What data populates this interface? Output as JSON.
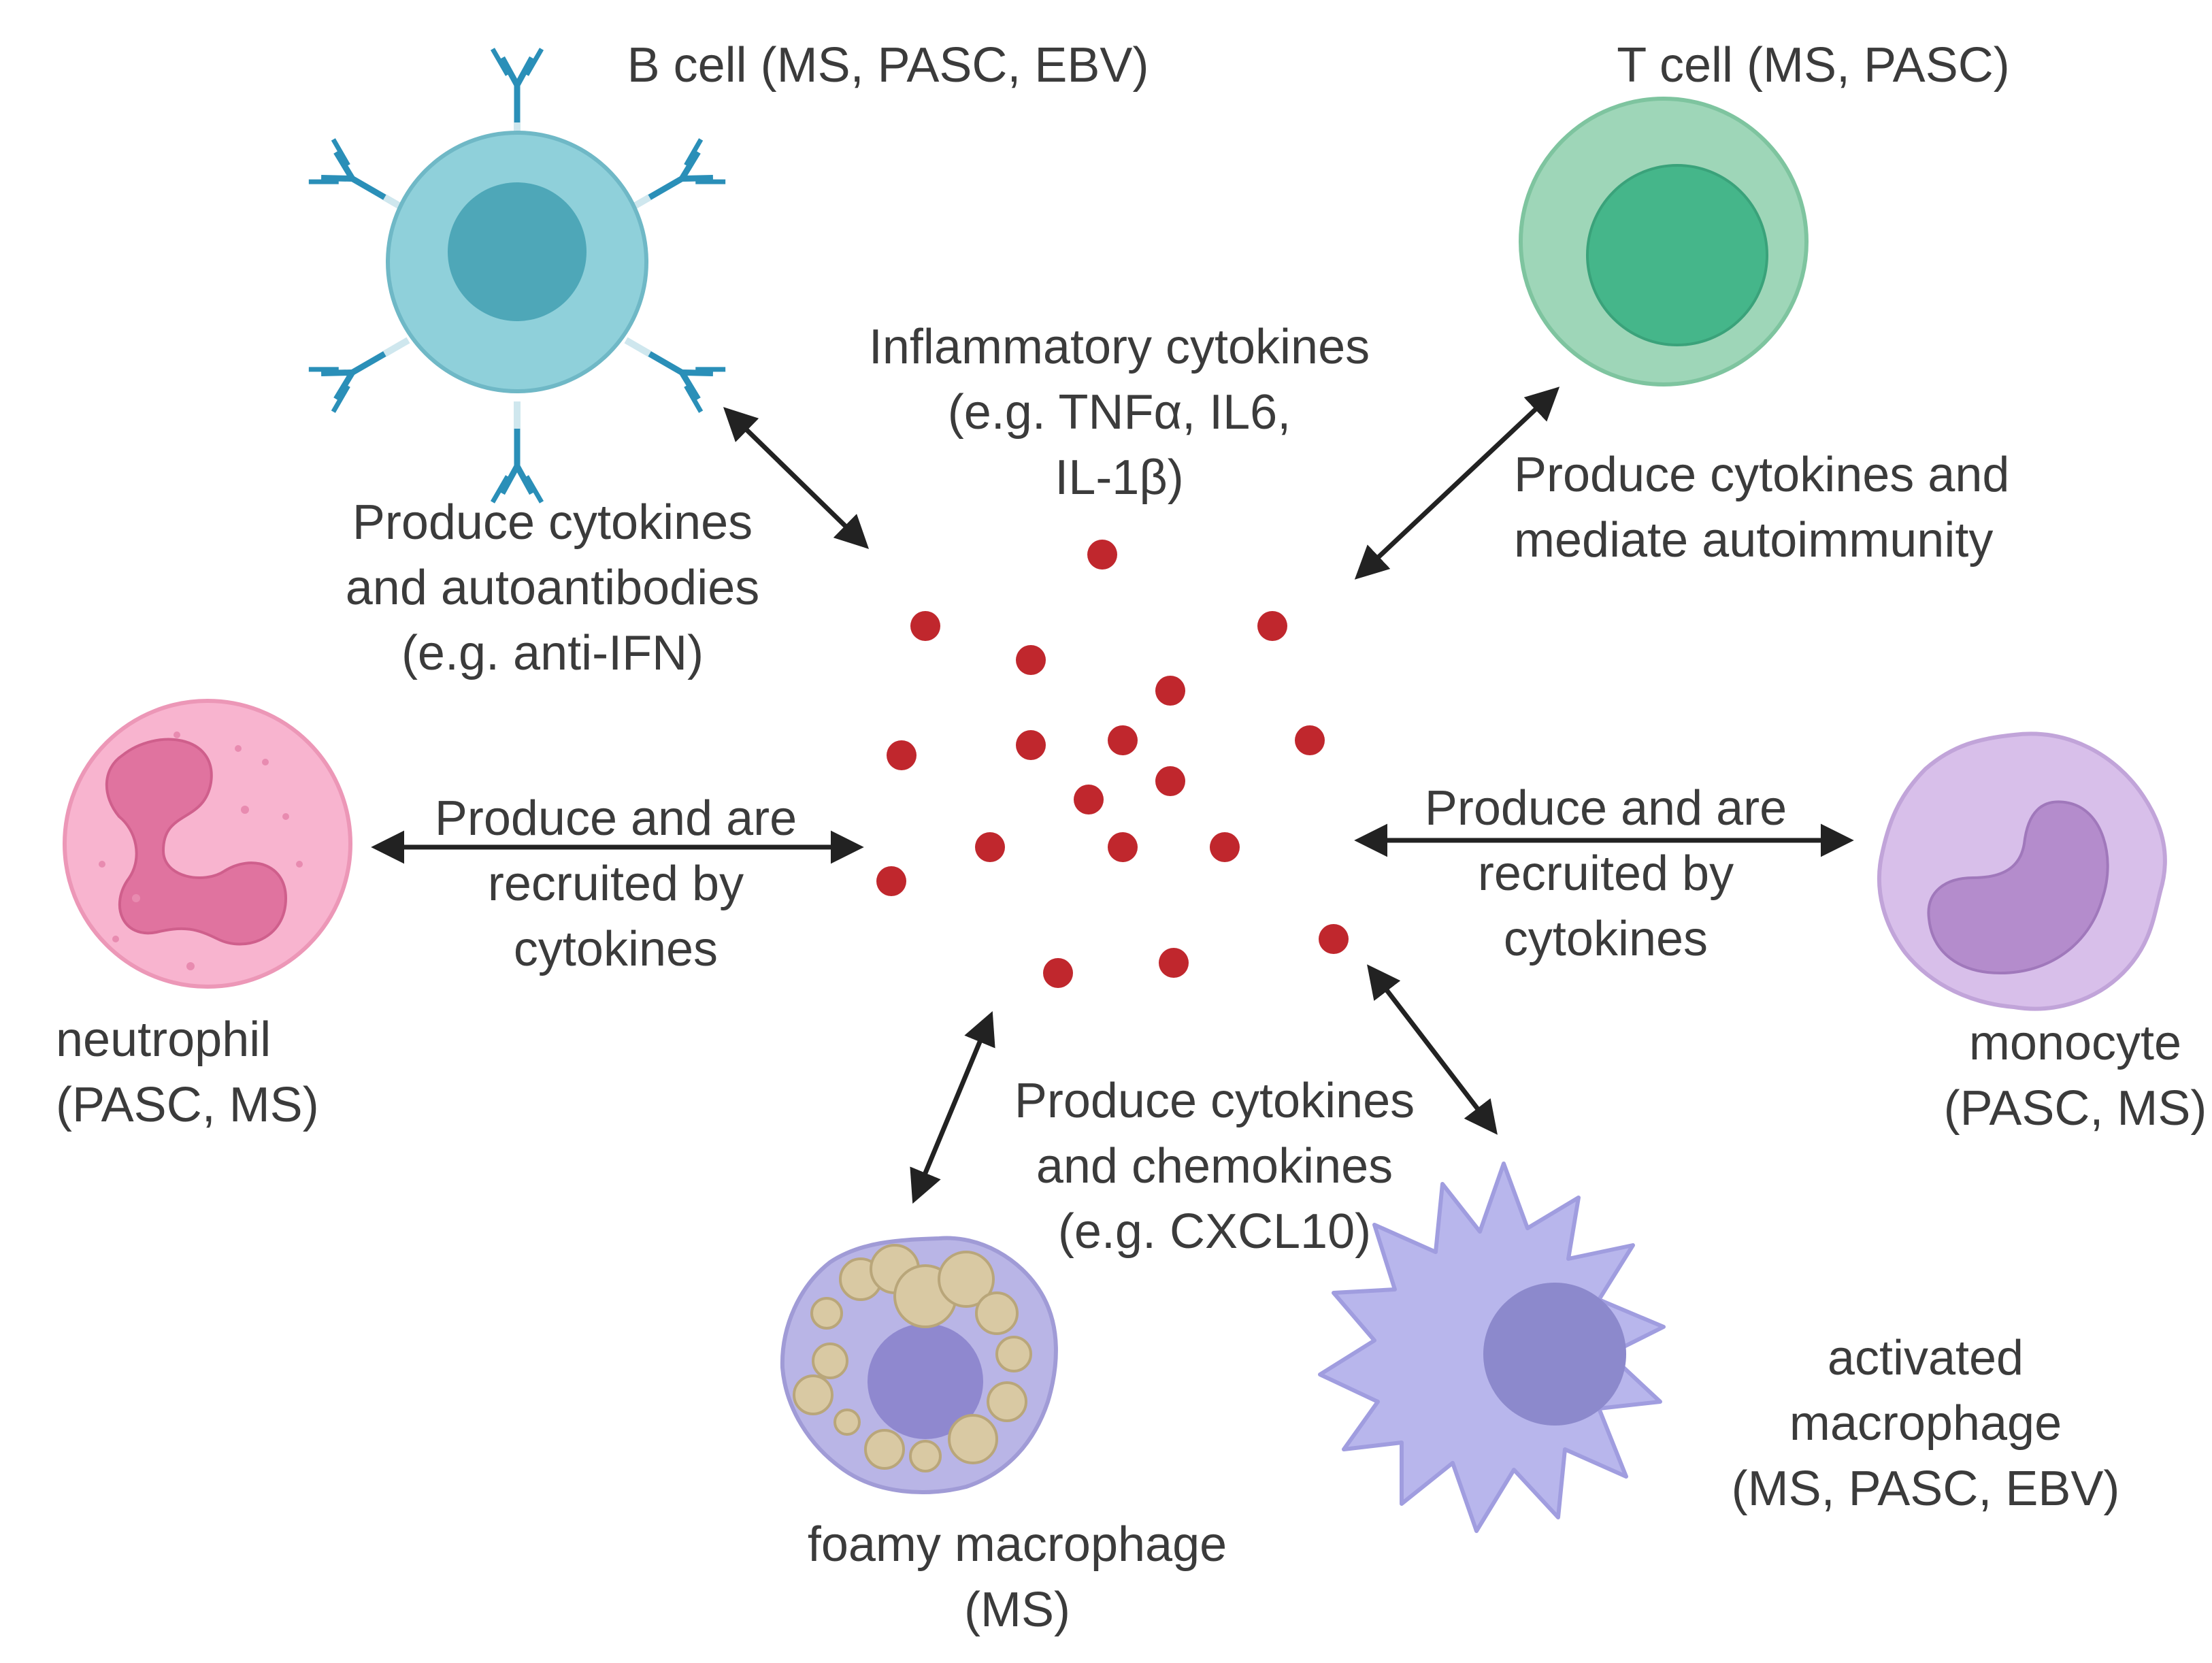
{
  "cells": {
    "b_cell": {
      "name": "B cell (MS, PASC, EBV)",
      "role": [
        "Produce cytokines",
        "and autoantibodies",
        "(e.g. anti-IFN)"
      ],
      "colors": {
        "membrane": "#8fd0da",
        "nucleus": "#4ea7b8",
        "antibody": "#2a8fb8"
      }
    },
    "t_cell": {
      "name": "T cell (MS, PASC)",
      "role": [
        "Produce cytokines and",
        "mediate autoimmunity"
      ],
      "colors": {
        "membrane": "#9ed6b8",
        "nucleus": "#45b68a"
      }
    },
    "neutrophil": {
      "name": [
        "neutrophil",
        "(PASC, MS)"
      ],
      "role": [
        "Produce and are",
        "recruited by",
        "cytokines"
      ],
      "colors": {
        "membrane": "#f8b4cf",
        "nucleus": "#e0739f"
      }
    },
    "monocyte": {
      "name": [
        "monocyte",
        "(PASC, MS)"
      ],
      "role": [
        "Produce and are",
        "recruited by",
        "cytokines"
      ],
      "colors": {
        "membrane": "#d8bfea",
        "nucleus": "#b48ccc"
      }
    },
    "foamy_macrophage": {
      "name": [
        "foamy macrophage",
        "(MS)"
      ],
      "colors": {
        "membrane": "#b9b5e6",
        "nucleus": "#8f88cf",
        "lipid": "#d9c9a3"
      }
    },
    "activated_macrophage": {
      "name": [
        "activated",
        "macrophage",
        "(MS, PASC, EBV)"
      ],
      "colors": {
        "membrane": "#b8b6ec",
        "nucleus": "#8c89cc"
      }
    },
    "macrophages_role": [
      "Produce cytokines",
      "and chemokines",
      "(e.g. CXCL10)"
    ]
  },
  "center": {
    "label": [
      "Inflammatory cytokines",
      "(e.g. TNFα, IL6,",
      "IL-1β)"
    ],
    "cytokine_color": "#c0272d"
  },
  "arrow_color": "#222222"
}
